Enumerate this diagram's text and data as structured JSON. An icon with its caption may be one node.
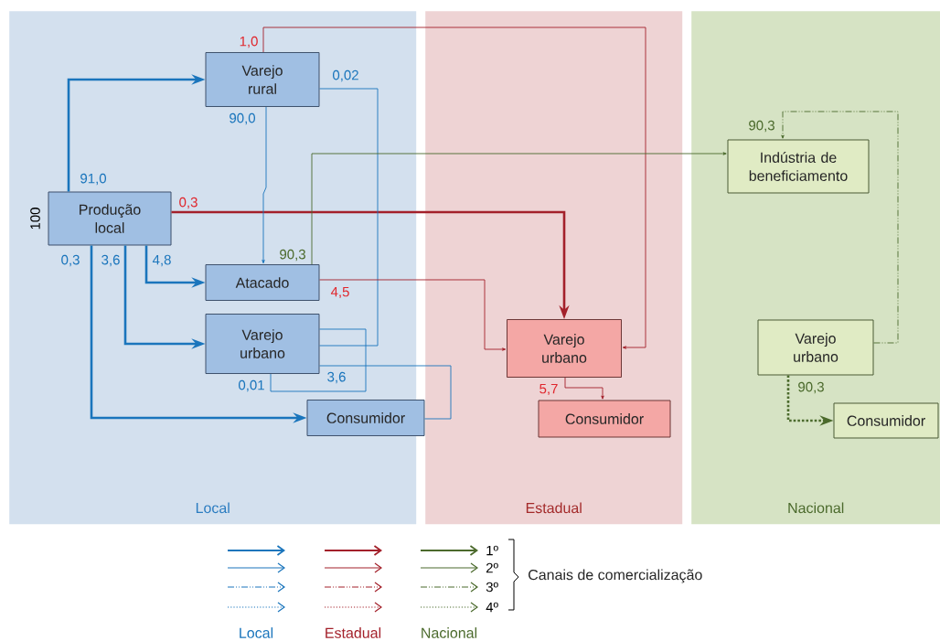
{
  "diagram": {
    "nodes": [
      {
        "text": [
          "Local"
        ]
      },
      {
        "text": [
          "Produção local"
        ],
        "in": 0,
        "beside": [
          "100"
        ]
      },
      {
        "text": [
          "Varejo rural"
        ],
        "in": 0
      },
      {
        "text": [
          "Atacado"
        ],
        "in": 0
      },
      {
        "text": [
          "Varejo urbano"
        ],
        "in": 0
      },
      {
        "text": [
          "Consumidor"
        ],
        "in": 0
      },
      {
        "text": [
          "Estadual"
        ]
      },
      {
        "text": [
          "Varejo urbano"
        ],
        "in": 6
      },
      {
        "text": [
          "Consumidor"
        ],
        "in": 6
      },
      {
        "text": [
          "Nacional"
        ]
      },
      {
        "text": [
          "Indústria de beneficiamento"
        ],
        "in": 9
      },
      {
        "text": [
          "Varejo urbano"
        ],
        "in": 9
      },
      {
        "text": [
          "Consumidor"
        ],
        "in": 9
      }
    ],
    "edges": [
      {
        "from": 1,
        "to": 2,
        "arrow": "to",
        "label": "91,0",
        "style": "thick"
      },
      {
        "from": 1,
        "to": 3,
        "arrow": "to",
        "label": "4,8",
        "style": "thick"
      },
      {
        "from": 1,
        "to": 4,
        "arrow": "to",
        "label": "3,6",
        "style": "thick"
      },
      {
        "from": 1,
        "to": 5,
        "arrow": "to",
        "label": "0,3",
        "style": "thick"
      },
      {
        "from": 1,
        "to": 7,
        "arrow": "to",
        "label": "0,3",
        "style": "thick",
        "color": "#a3202a"
      },
      {
        "from": 2,
        "to": 3,
        "arrow": "to",
        "label": "90,0"
      },
      {
        "from": 2,
        "to": 7,
        "arrow": "to",
        "label": "1,0",
        "color": "#a3202a"
      },
      {
        "from": 2,
        "to": 4,
        "arrow": "none",
        "label": "0,02"
      },
      {
        "from": 3,
        "to": 10,
        "arrow": "to",
        "label": "90,3",
        "color": "#4b6a2c"
      },
      {
        "from": 3,
        "to": 7,
        "arrow": "to",
        "label": "4,5",
        "color": "#a3202a"
      },
      {
        "from": 4,
        "to": 4,
        "arrow": "none",
        "label": "0,01"
      },
      {
        "from": 4,
        "to": 5,
        "arrow": "none",
        "label": "3,6"
      },
      {
        "from": 7,
        "to": 8,
        "arrow": "to",
        "label": "5,7",
        "color": "#a3202a"
      },
      {
        "from": 11,
        "to": 10,
        "arrow": "to",
        "label": "90,3",
        "style": "dashed",
        "color": "#4b6a2c"
      },
      {
        "from": 11,
        "to": 12,
        "arrow": "to",
        "label": "90,3",
        "style": "dashed",
        "color": "#4b6a2c"
      }
    ],
    "labels": [
      "Canais de comercialização",
      "Local",
      "Estadual",
      "Nacional"
    ],
    "legend": [
      {
        "text": "1º"
      },
      {
        "text": "2º"
      },
      {
        "text": "3º"
      },
      {
        "text": "4º"
      }
    ]
  }
}
